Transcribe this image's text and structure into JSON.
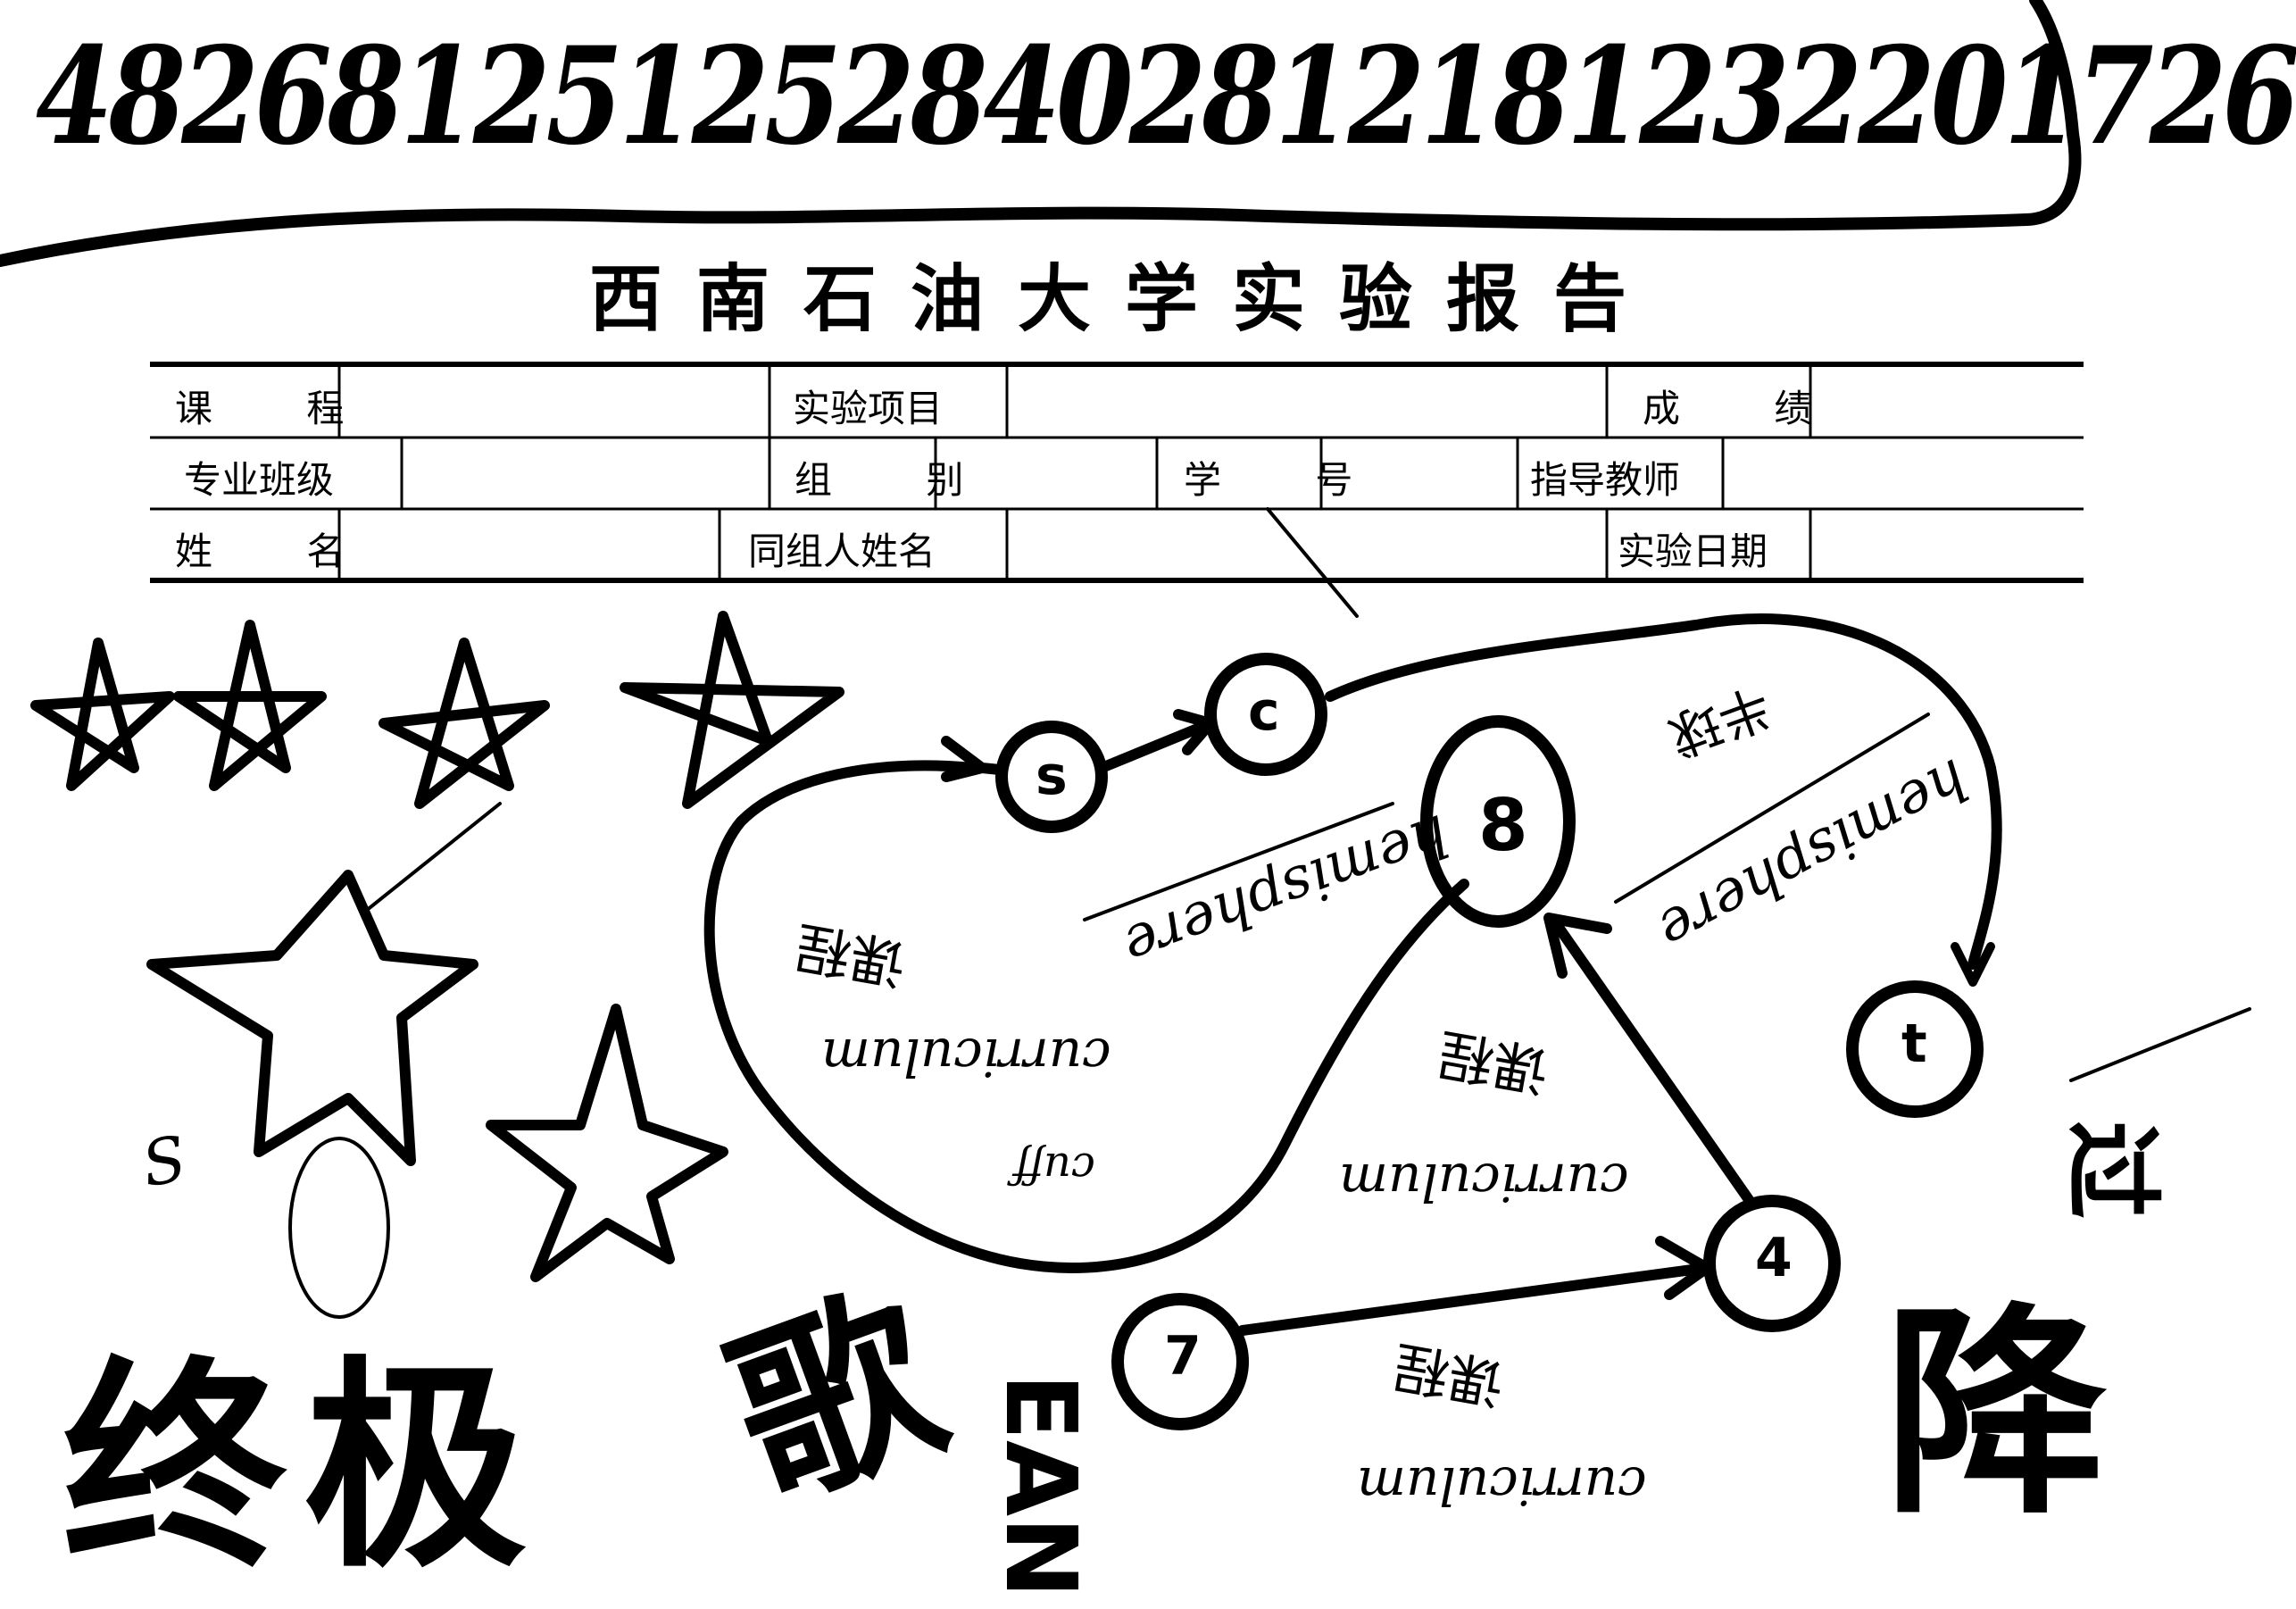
{
  "document": {
    "top_scrawl": "4826812512528402812181232201726",
    "title": "西南石油大学实验报告"
  },
  "form": {
    "row1": {
      "course": "课 程",
      "project": "实验项目",
      "grade": "成 绩"
    },
    "row2": {
      "major_class": "专业班级",
      "group": "组 别",
      "student_id": "学 号",
      "teacher": "指导教师"
    },
    "row3": {
      "name": "姓 名",
      "group_members": "同组人姓名",
      "date": "实验日期"
    }
  },
  "graph": {
    "nodes": [
      "s",
      "c",
      "8",
      "t",
      "4",
      "7"
    ],
    "edge_annotations": {
      "hemisphere_left": "hemisphere",
      "hemisphere_right": "hemisphere",
      "curriculum_left": "curriculum",
      "curriculum_mid": "curriculum",
      "curriculum_bottom": "curriculum",
      "cuff": "cuff",
      "kecheng_left": "课程",
      "kecheng_mid": "课程",
      "kecheng_bottom": "课程",
      "banqiu": "半球"
    }
  },
  "handwriting": {
    "bottom_left": "终极",
    "bottom_center_a": "歌",
    "bottom_center_b": "EAN",
    "bottom_right": "降",
    "right_small": "过",
    "small_mark": "S"
  }
}
